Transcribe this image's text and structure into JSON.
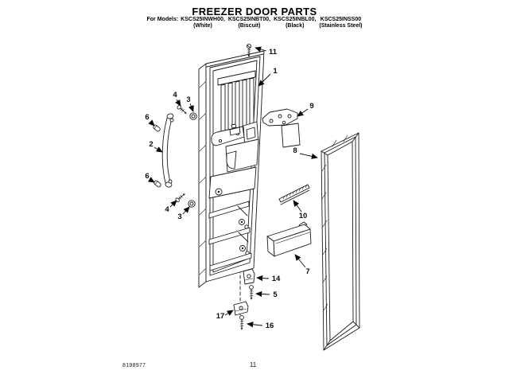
{
  "header": {
    "title": "FREEZER DOOR PARTS",
    "models_label": "For Models:",
    "models": [
      {
        "number": "KSCS25INWH00,",
        "finish": "(White)"
      },
      {
        "number": "KSCS25INBT00,",
        "finish": "(Biscuit)"
      },
      {
        "number": "KSCS25INBL00,",
        "finish": "(Black)"
      },
      {
        "number": "KSCS25INSS00",
        "finish": "(Stainless Steel)"
      }
    ]
  },
  "diagram": {
    "description": "Exploded parts view of freezer door assembly",
    "line_color": "#1b1b1b",
    "callouts": [
      {
        "label": "1",
        "part": "freezer-door-assembly"
      },
      {
        "label": "2",
        "part": "door-handle"
      },
      {
        "label": "3",
        "part": "handle-grommet-top"
      },
      {
        "label": "3",
        "part": "handle-grommet-bottom"
      },
      {
        "label": "4",
        "part": "handle-screw-top"
      },
      {
        "label": "4",
        "part": "handle-screw-bottom"
      },
      {
        "label": "5",
        "part": "cam-screw"
      },
      {
        "label": "6",
        "part": "handle-clip-upper"
      },
      {
        "label": "6",
        "part": "handle-clip-lower"
      },
      {
        "label": "7",
        "part": "door-bin"
      },
      {
        "label": "8",
        "part": "door-gasket"
      },
      {
        "label": "9",
        "part": "hinge-bracket"
      },
      {
        "label": "10",
        "part": "shelf-trim"
      },
      {
        "label": "11",
        "part": "hinge-screw"
      },
      {
        "label": "14",
        "part": "closing-cam"
      },
      {
        "label": "16",
        "part": "bottom-screw"
      },
      {
        "label": "17",
        "part": "bottom-bracket"
      }
    ]
  },
  "footer": {
    "document_number": "8198977",
    "page_number": "11"
  }
}
